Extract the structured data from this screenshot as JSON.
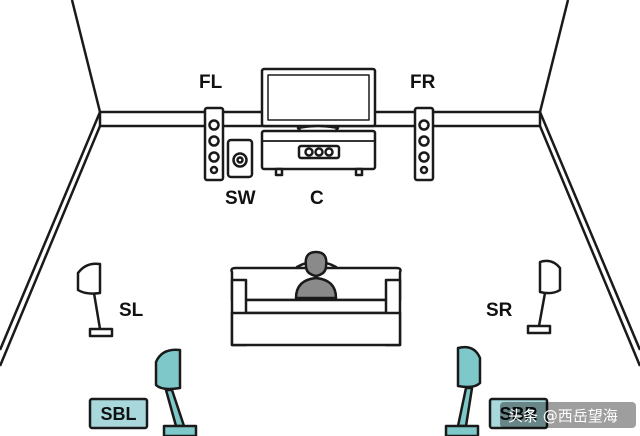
{
  "labels": {
    "fl": "FL",
    "fr": "FR",
    "sw": "SW",
    "c": "C",
    "sl": "SL",
    "sr": "SR",
    "sbl": "SBL",
    "sbr": "SBR"
  },
  "watermark": {
    "text": "头条 @西岳望海"
  },
  "colors": {
    "line": "#1a1a1a",
    "back_speaker_fill": "#7ec8c9",
    "badge_fill": "#a8d8dc",
    "person_fill": "#8a8a8a"
  }
}
